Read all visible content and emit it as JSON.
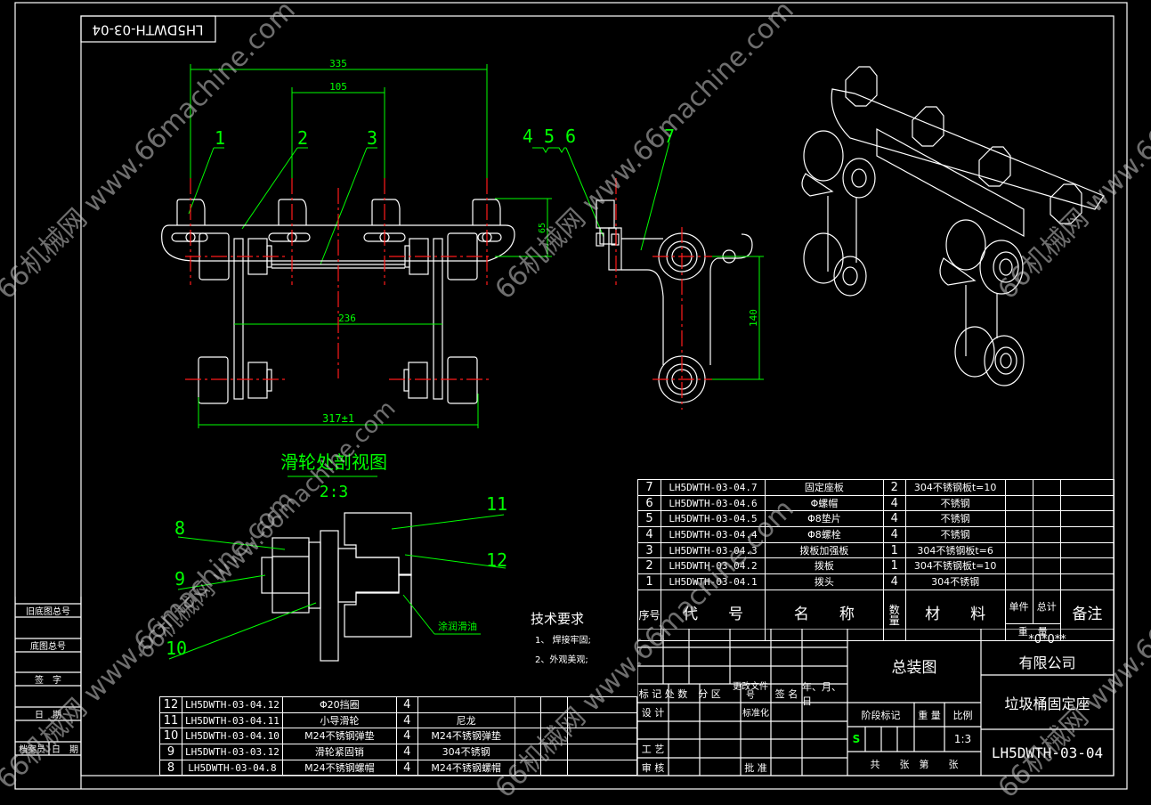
{
  "drawing": {
    "code_rotated": "LH5DWTH-03-04",
    "main_view": {
      "callouts": [
        "1",
        "2",
        "3"
      ],
      "dims": {
        "overall": "335",
        "pitch": "105",
        "inner": "236",
        "bottom": "317±1",
        "height": "65"
      }
    },
    "side_view": {
      "callouts": [
        "4 5 6",
        "7"
      ],
      "dims": {
        "height": "140"
      }
    },
    "section_view": {
      "title": "滑轮处剖视图",
      "scale": "2:3",
      "callouts": [
        "8",
        "9",
        "10",
        "11",
        "12"
      ],
      "note": "涂润滑油"
    },
    "tech_requirements": {
      "title": "技术要求",
      "items": [
        "1、 焊接牢固;",
        "2、外观美观;"
      ]
    }
  },
  "bom_upper": {
    "rows": [
      {
        "no": "7",
        "code": "LH5DWTH-03-04.7",
        "name": "固定座板",
        "qty": "2",
        "material": "304不锈钢板t=10"
      },
      {
        "no": "6",
        "code": "LH5DWTH-03-04.6",
        "name": "Φ螺帽",
        "qty": "4",
        "material": "不锈钢"
      },
      {
        "no": "5",
        "code": "LH5DWTH-03-04.5",
        "name": "Φ8垫片",
        "qty": "4",
        "material": "不锈钢"
      },
      {
        "no": "4",
        "code": "LH5DWTH-03-04.4",
        "name": "Φ8螺栓",
        "qty": "4",
        "material": "不锈钢"
      },
      {
        "no": "3",
        "code": "LH5DWTH-03-04.3",
        "name": "拨板加强板",
        "qty": "1",
        "material": "304不锈钢板t=6"
      },
      {
        "no": "2",
        "code": "LH5DWTH-03-04.2",
        "name": "拨板",
        "qty": "1",
        "material": "304不锈钢板t=10"
      },
      {
        "no": "1",
        "code": "LH5DWTH-03-04.1",
        "name": "拨头",
        "qty": "4",
        "material": "304不锈钢"
      }
    ],
    "header": {
      "no": "序号",
      "code": "代　　号",
      "name": "名　　称",
      "qty": "数量",
      "material": "材　　料",
      "unit": "单件",
      "total": "总计",
      "weight": "重　量",
      "remark": "备注"
    }
  },
  "bom_lower": {
    "rows": [
      {
        "no": "12",
        "code": "LH5DWTH-03-04.12",
        "name": "Φ20挡圈",
        "qty": "4",
        "material": ""
      },
      {
        "no": "11",
        "code": "LH5DWTH-03-04.11",
        "name": "小导滑轮",
        "qty": "4",
        "material": "尼龙"
      },
      {
        "no": "10",
        "code": "LH5DWTH-03-04.10",
        "name": "M24不锈钢弹垫",
        "qty": "4",
        "material": "M24不锈钢弹垫"
      },
      {
        "no": "9",
        "code": "LH5DWTH-03-03.12",
        "name": "滑轮紧固销",
        "qty": "4",
        "material": "304不锈钢"
      },
      {
        "no": "8",
        "code": "LH5DWTH-03-04.8",
        "name": "M24不锈钢螺帽",
        "qty": "4",
        "material": "M24不锈钢螺帽"
      }
    ]
  },
  "title_block": {
    "labels": {
      "mark": "标 记",
      "count": "处 数",
      "zone": "分 区",
      "change_doc": "更改文件号",
      "sign": "签 名",
      "date": "年、月、日",
      "design": "设 计",
      "standard": "标准化",
      "process": "工 艺",
      "review": "审 核",
      "approve": "批 准",
      "stage": "阶段标记",
      "weight": "重 量",
      "scale": "比例",
      "sheets": "共　　张　第　　张"
    },
    "drawing_type": "总装图",
    "company_line1": "*0*0**",
    "company_line2": "有限公司",
    "part_name": "垃圾桶固定座",
    "stage_value": "S",
    "scale_value": "1:3",
    "drawing_number": "LH5DWTH-03-04"
  },
  "side_block": {
    "labels": [
      "旧底图总号",
      "底图总号",
      "签　字",
      "日　期",
      "档案员",
      "日　期"
    ]
  },
  "watermarks": [
    "66机械网 www.66machine.com",
    "66机械网 www.66machine.com",
    "66机械网 www.66machine.com",
    "66机械网 www.66machine.com",
    "66机械网 www.66machine.com",
    "66机械网 www.66machine.com",
    "66机械网 www.66machine.com"
  ],
  "colors": {
    "background": "#000000",
    "lines": "#ffffff",
    "dimensions": "#00ff00",
    "centerlines": "#ff1a1a"
  }
}
